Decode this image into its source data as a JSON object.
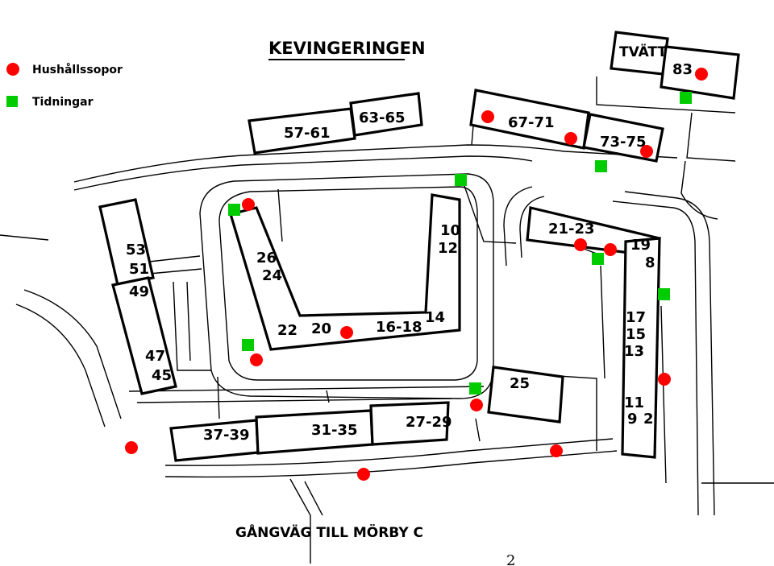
{
  "title": "KEVINGERINGEN",
  "legend": {
    "household_label": "Hushållssopor",
    "newspaper_label": "Tidningar",
    "household_color": "#ff0000",
    "newspaper_color": "#00cc00"
  },
  "buildings": {
    "b57": "57-61",
    "b63": "63-65",
    "b67": "67-71",
    "b73": "73-75",
    "tvatt": "TVÄTT",
    "b83": "83",
    "b53": "53",
    "b51": "51",
    "b49": "49",
    "b47": "47",
    "b45": "45",
    "b26": "26",
    "b24": "24",
    "b22": "22",
    "b20": "20",
    "b1618": "16-18",
    "b14": "14",
    "b10": "10",
    "b12": "12",
    "b2123": "21-23",
    "b19": "19",
    "b8": "8",
    "b17": "17",
    "b15": "15",
    "b13": "13",
    "b11": "11",
    "b9": "9",
    "b2": "2",
    "b25": "25",
    "b3739": "37-39",
    "b3135": "31-35",
    "b2729": "27-29"
  },
  "footer_path": "GÅNGVÄG TILL MÖRBY C",
  "page_number": "2"
}
